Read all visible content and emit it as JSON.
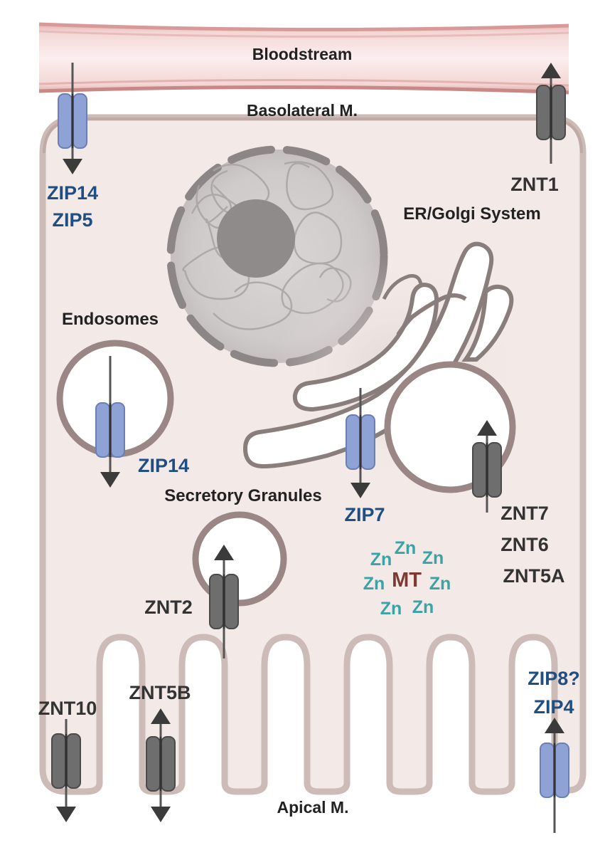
{
  "regions": {
    "bloodstream": "Bloodstream",
    "basolateral": "Basolateral M.",
    "er_golgi": "ER/Golgi System",
    "endosomes": "Endosomes",
    "secretory_granules": "Secretory Granules",
    "apical": "Apical M."
  },
  "transporters": {
    "zip14_zip5": [
      "ZIP14",
      "ZIP5"
    ],
    "znt1": "ZNT1",
    "zip14_endo": "ZIP14",
    "zip7": "ZIP7",
    "znt_golgi": [
      "ZNT7",
      "ZNT6",
      "ZNT5A"
    ],
    "znt2": "ZNT2",
    "znt10": "ZNT10",
    "znt5b": "ZNT5B",
    "zip8_zip4": [
      "ZIP8?",
      "ZIP4"
    ]
  },
  "zinc_cluster": {
    "zn": "Zn",
    "mt": "MT"
  },
  "colors": {
    "zip_blue": "#8ea2d6",
    "znt_gray": "#6e6e6e",
    "label_blue": "#1f4e82",
    "zinc_teal": "#3aa3a6",
    "mt_brown": "#7a3b34",
    "cell_fill": "#f3e9e7",
    "membrane": "#c8b5b1"
  }
}
